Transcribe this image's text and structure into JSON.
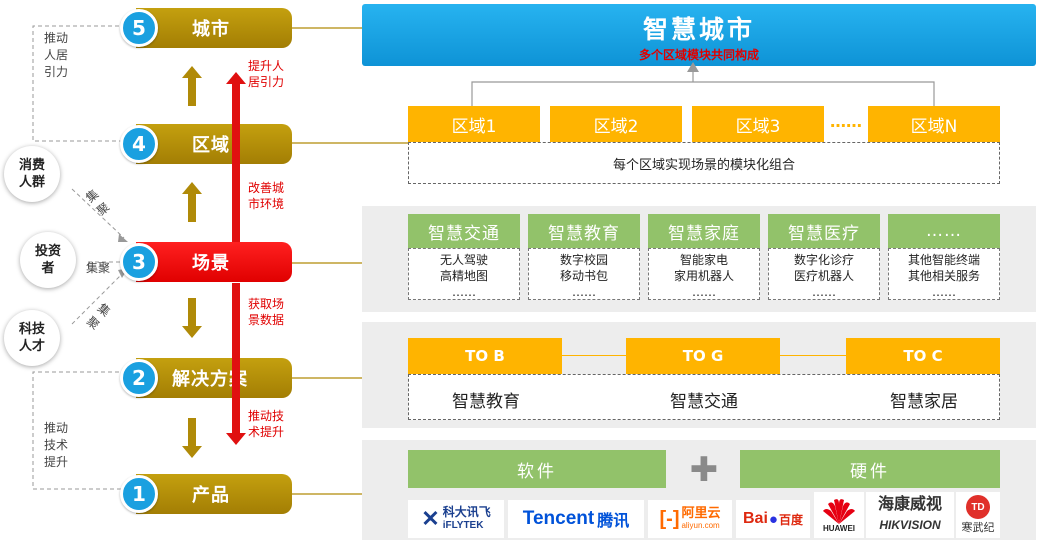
{
  "levels": {
    "l5": {
      "num": "5",
      "label": "城市"
    },
    "l4": {
      "num": "4",
      "label": "区域"
    },
    "l3": {
      "num": "3",
      "label": "场景"
    },
    "l2": {
      "num": "2",
      "label": "解决方案"
    },
    "l1": {
      "num": "1",
      "label": "产品"
    }
  },
  "left_notes": {
    "top": "推动\n人居\n引力",
    "bottom": "推动\n技术\n提升"
  },
  "red_notes": {
    "n1": "提升人\n居引力",
    "n2": "改善城\n市环境",
    "n3": "获取场\n景数据",
    "n4": "推动技\n术提升"
  },
  "actors": {
    "consumers": "消费\n人群",
    "investors": "投资\n者",
    "talent": "科技\n人才",
    "gather1": "集\n聚",
    "gather2": "集聚",
    "gather3": "集\n聚"
  },
  "city": {
    "title": "智慧城市",
    "subtitle": "多个区域模块共同构成"
  },
  "zones": {
    "z1": "区域1",
    "z2": "区域2",
    "z3": "区域3",
    "ellipsis": "……",
    "zn": "区域N",
    "caption": "每个区域实现场景的模块化组合"
  },
  "scenes": [
    {
      "title": "智慧交通",
      "l1": "无人驾驶",
      "l2": "高精地图",
      "l3": "……"
    },
    {
      "title": "智慧教育",
      "l1": "数字校园",
      "l2": "移动书包",
      "l3": "……"
    },
    {
      "title": "智慧家庭",
      "l1": "智能家电",
      "l2": "家用机器人",
      "l3": "……"
    },
    {
      "title": "智慧医疗",
      "l1": "数字化诊疗",
      "l2": "医疗机器人",
      "l3": "……"
    },
    {
      "title": "……",
      "l1": "其他智能终端",
      "l2": "其他相关服务",
      "l3": "……"
    }
  ],
  "solutions": {
    "tob": "TO B",
    "tog": "TO G",
    "toc": "TO C",
    "s1": "智慧教育",
    "s2": "智慧交通",
    "s3": "智慧家居"
  },
  "products": {
    "software": "软件",
    "plus": "✚",
    "hardware": "硬件"
  },
  "logos": {
    "iflytek_cn": "科大讯飞",
    "iflytek_en": "iFLYTEK",
    "tencent_en": "Tencent",
    "tencent_cn": "腾讯",
    "aliyun_cn": "阿里云",
    "aliyun_en": "aliyun.com",
    "baidu_en": "Bai",
    "baidu_cn": "百度",
    "huawei": "HUAWEI",
    "hikvision_cn": "海康威视",
    "hikvision_en": "HIKVISION",
    "cambricon": "寒武纪"
  },
  "colors": {
    "gold": "#b08a08",
    "blue": "#1aa0e0",
    "red": "#e00000",
    "yellow": "#ffb400",
    "green": "#92c26a"
  }
}
